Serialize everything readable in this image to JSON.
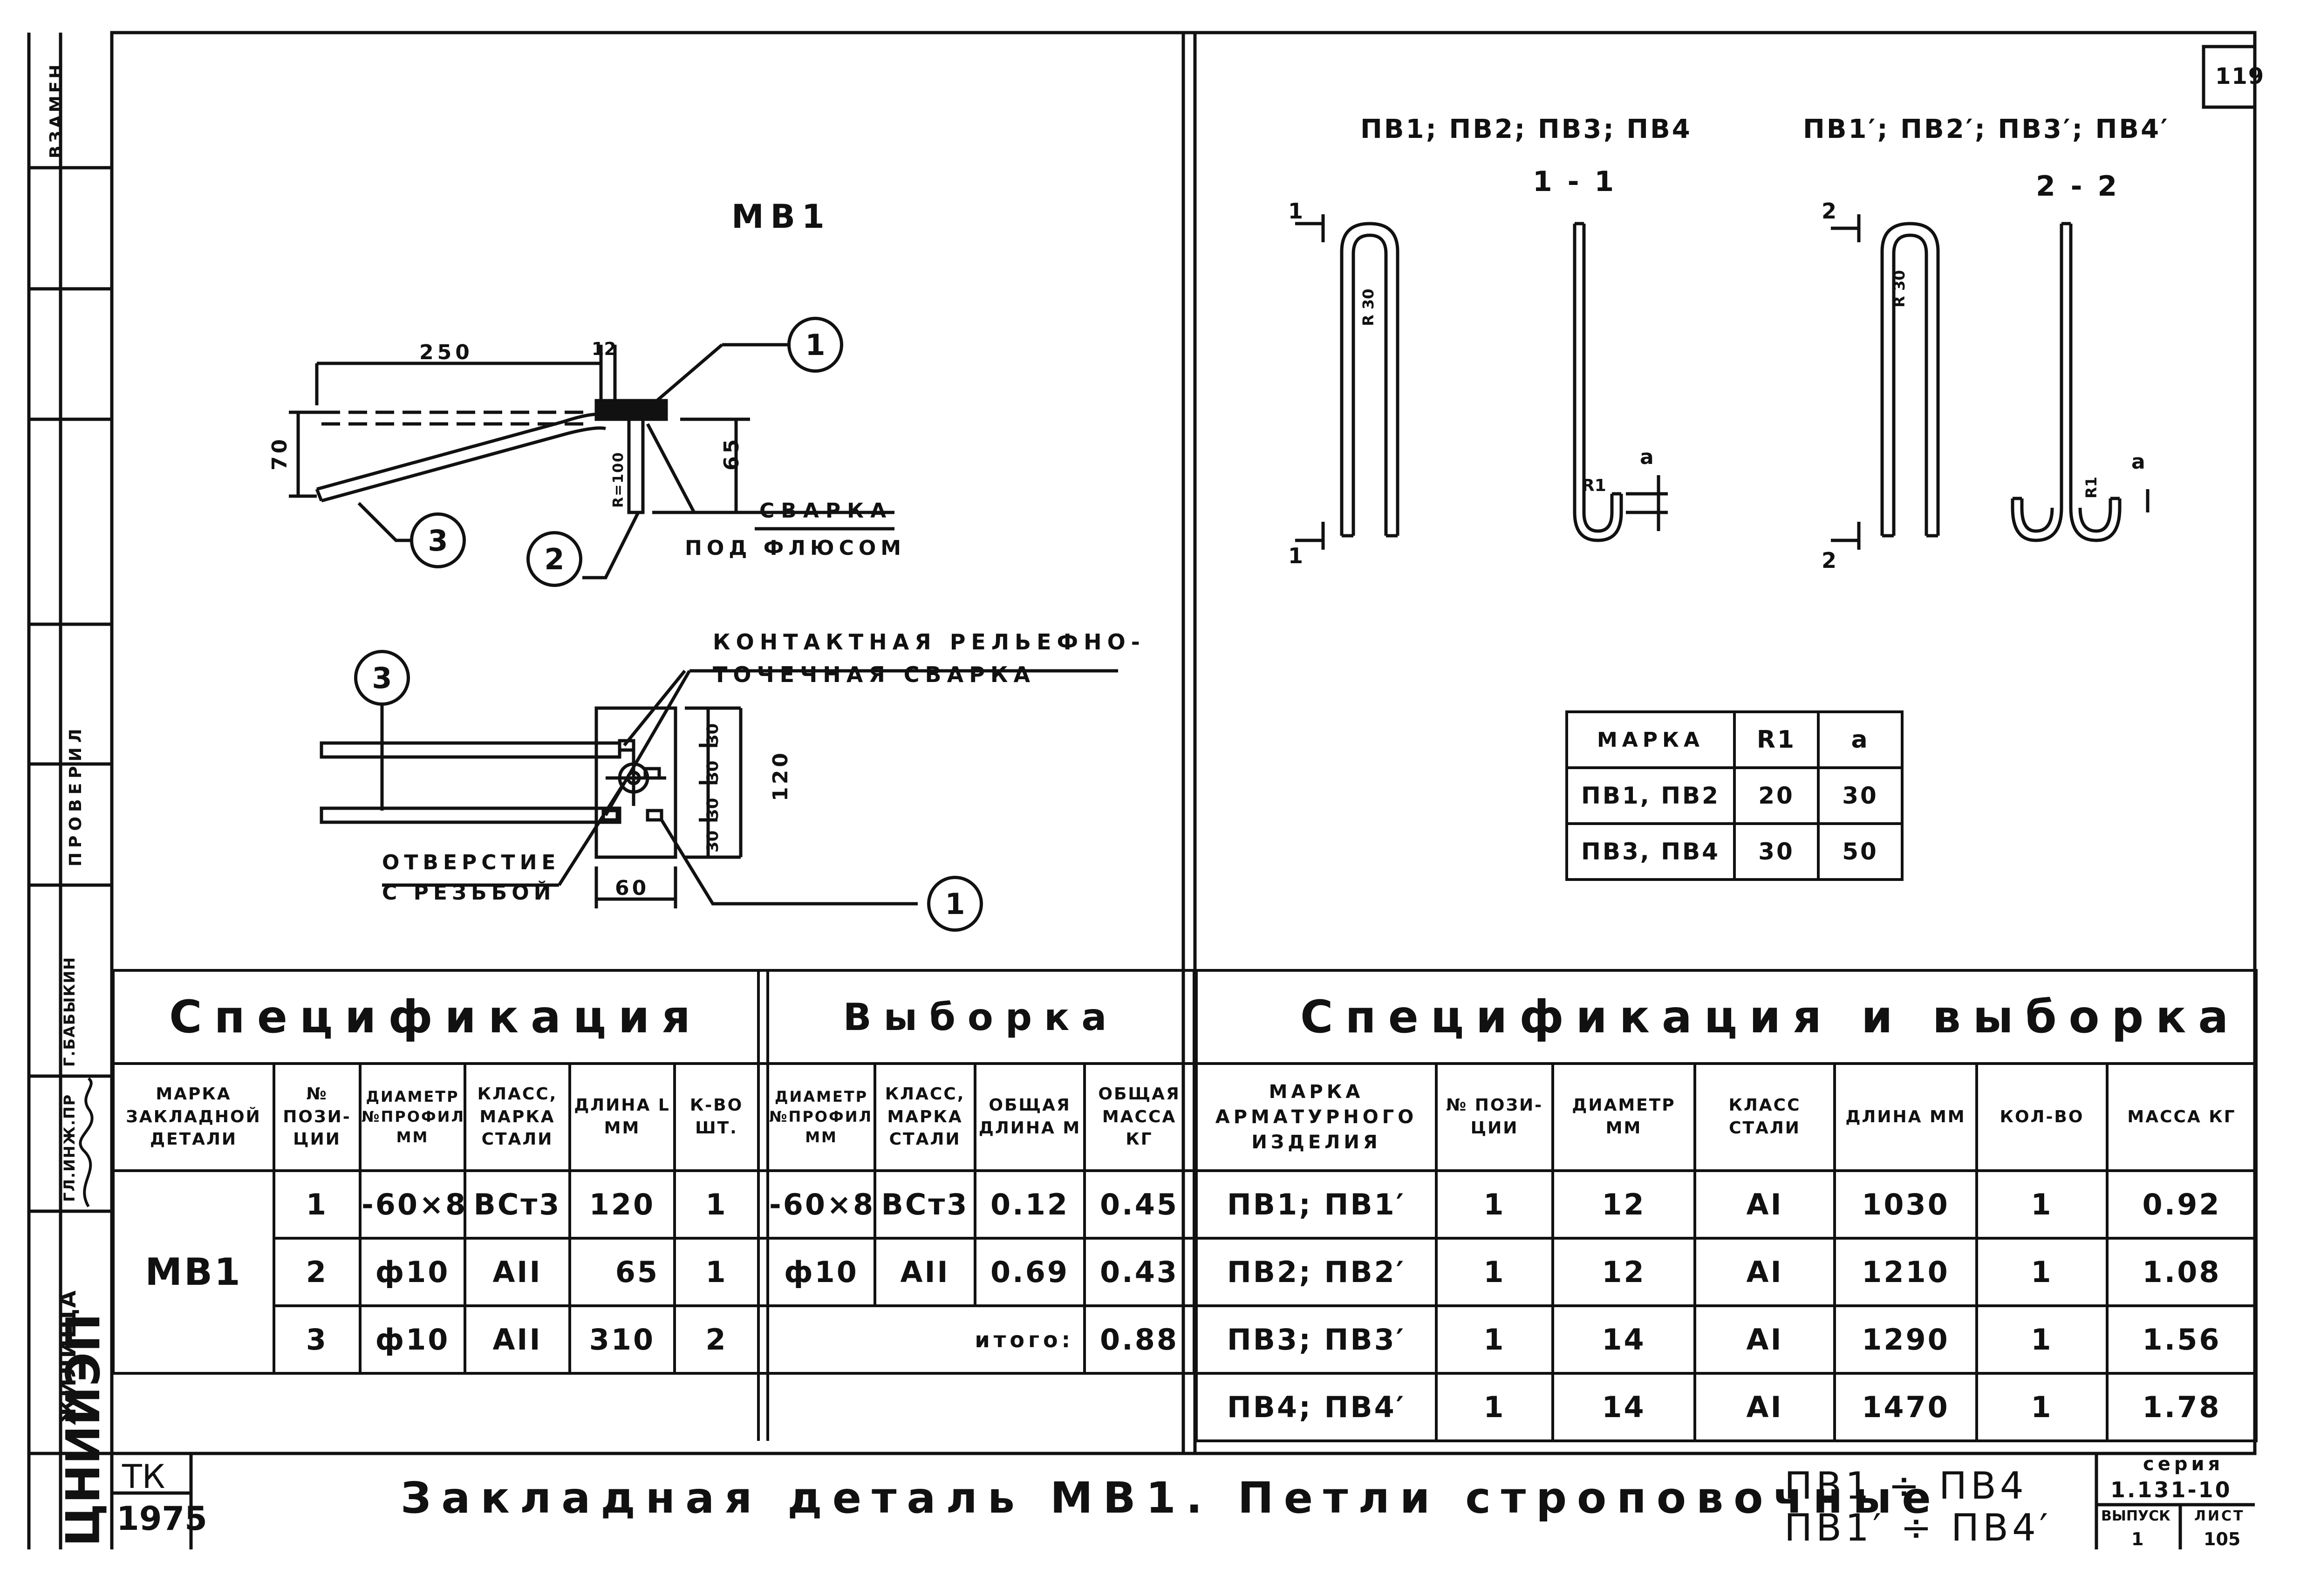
{
  "sheet_number": "119",
  "left_strip": {
    "vzamen": "ВЗАМЕН",
    "proveril": "ПРОВЕРИЛ",
    "babykin": "Г.БАБЫКИН",
    "gl_inzh": "ГЛ.ИНЖ.ПР",
    "zhilishcha": "ЖИЛИЩА",
    "org_logo": "ЦНИИЭП"
  },
  "mv1_drawing": {
    "title": "МВ1",
    "dim_250": "250",
    "dim_12": "12",
    "dim_70": "70",
    "dim_65": "65",
    "dim_r": "R=100",
    "svarka": "СВАРКА",
    "pod_flyusom": "ПОД ФЛЮСОМ",
    "pos1": "1",
    "pos2": "2",
    "pos3": "3",
    "kontakt_1": "КОНТАКТНАЯ РЕЛЬЕФНО-",
    "kontakt_2": "ТОЧЕЧНАЯ СВАРКА",
    "otverstie_1": "ОТВЕРСТИЕ",
    "otverstie_2": "С РЕЗЬБОЙ",
    "dim_30a": "30",
    "dim_30b": "30",
    "dim_30c": "30",
    "dim_30d": "30",
    "dim_120": "120",
    "dim_60": "60"
  },
  "loops_drawing": {
    "group1_title": "ПВ1; ПВ2; ПВ3; ПВ4",
    "group2_title": "ПВ1′; ПВ2′; ПВ3′; ПВ4′",
    "section_11": "1 - 1",
    "section_22": "2 - 2",
    "r30a": "R 30",
    "r30b": "R 30",
    "r1a": "R1",
    "r1b": "R1",
    "a1": "a",
    "a2": "a",
    "cut1_top": "1",
    "cut1_bottom": "1",
    "cut2_top": "2",
    "cut2_bottom": "2"
  },
  "r_table": {
    "header": [
      "МАРКА",
      "R1",
      "a"
    ],
    "rows": [
      [
        "ПВ1, ПВ2",
        "20",
        "30"
      ],
      [
        "ПВ3, ПВ4",
        "30",
        "50"
      ]
    ]
  },
  "spec_table": {
    "title": "Спецификация",
    "vyborka_title": "Выборка",
    "headers": [
      "МАРКА ЗАКЛАДНОЙ ДЕТАЛИ",
      "№ ПОЗИ- ЦИИ",
      "ДИАМЕТР №ПРОФИЛЯ ММ",
      "КЛАСС, МАРКА СТАЛИ",
      "ДЛИНА L ММ",
      "К-ВО ШТ."
    ],
    "vyborka_headers": [
      "ДИАМЕТР №ПРОФИЛЯ ММ",
      "КЛАСС, МАРКА СТАЛИ",
      "ОБЩАЯ ДЛИНА М",
      "ОБЩАЯ МАССА КГ"
    ],
    "mark": "МВ1",
    "rows": [
      [
        "1",
        "-60×8",
        "ВСт3",
        "120",
        "1"
      ],
      [
        "2",
        "ф10",
        "АII",
        "65",
        "1"
      ],
      [
        "3",
        "ф10",
        "АII",
        "310",
        "2"
      ]
    ],
    "vyborka_rows": [
      [
        "-60×8",
        "ВСт3",
        "0.12",
        "0.45"
      ],
      [
        "ф10",
        "АII",
        "0.69",
        "0.43"
      ]
    ],
    "itogo_label": "итого:",
    "itogo_value": "0.88"
  },
  "loops_table": {
    "title": "Спецификация и выборка",
    "headers": [
      "МАРКА АРМАТУРНОГО ИЗДЕЛИЯ",
      "№ ПОЗИ- ЦИИ",
      "ДИАМЕТР ММ",
      "КЛАСС СТАЛИ",
      "ДЛИНА ММ",
      "КОЛ-ВО",
      "МАССА КГ"
    ],
    "rows": [
      [
        "ПВ1; ПВ1′",
        "1",
        "12",
        "АI",
        "1030",
        "1",
        "0.92"
      ],
      [
        "ПВ2; ПВ2′",
        "1",
        "12",
        "АI",
        "1210",
        "1",
        "1.08"
      ],
      [
        "ПВ3; ПВ3′",
        "1",
        "14",
        "АI",
        "1290",
        "1",
        "1.56"
      ],
      [
        "ПВ4; ПВ4′",
        "1",
        "14",
        "АI",
        "1470",
        "1",
        "1.78"
      ]
    ]
  },
  "title_block": {
    "tk": "ТК",
    "year": "1975",
    "main_title": "Закладная деталь МВ1. Петли строповочные",
    "range_1": "ПВ1 ÷ ПВ4",
    "range_2": "ПВ1′ ÷ ПВ4′",
    "seria_label": "серия",
    "seria_value": "1.131-10",
    "vypusk_label": "ВЫПУСК",
    "vypusk_value": "1",
    "list_label": "ЛИСТ",
    "list_value": "105"
  }
}
